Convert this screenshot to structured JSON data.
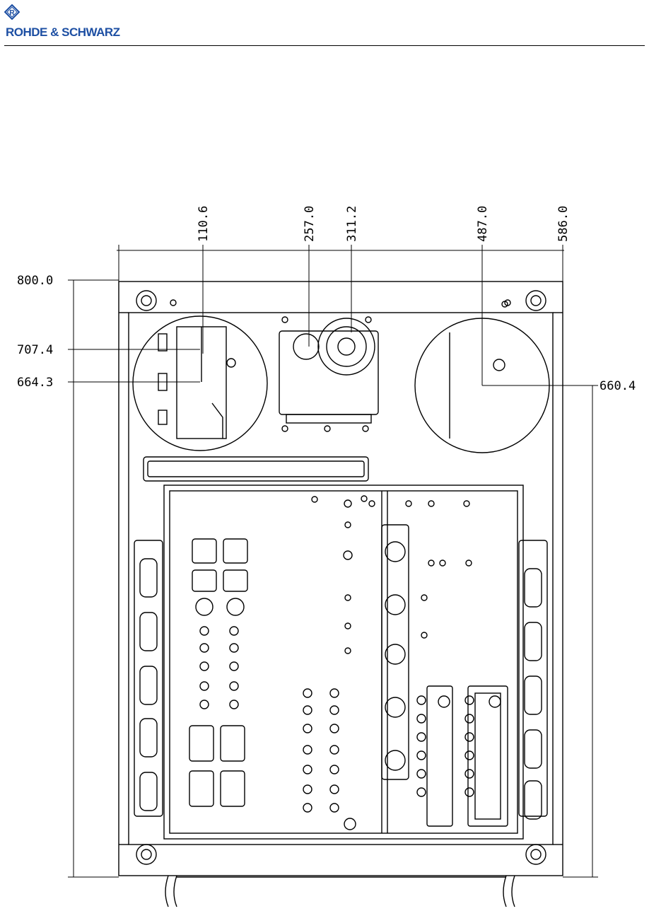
{
  "header": {
    "brand_name": "ROHDE & SCHWARZ",
    "brand_color": "#1d4fa3",
    "logo": "rohde-schwarz-diamond-icon"
  },
  "dimensions": {
    "horizontal": [
      "110.6",
      "257.0",
      "311.2",
      "487.0",
      "586.0"
    ],
    "vertical_left": [
      "800.0",
      "707.4",
      "664.3"
    ],
    "vertical_right": [
      "660.4"
    ]
  }
}
